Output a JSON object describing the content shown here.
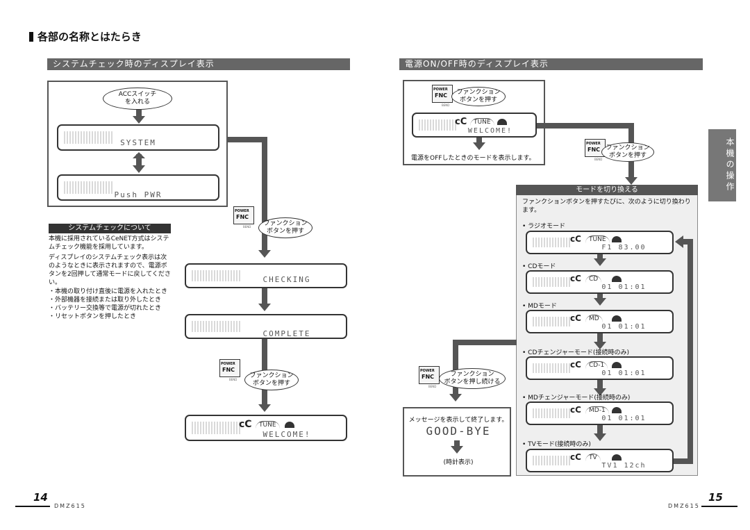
{
  "header": {
    "title": "各部の名称とはたらき"
  },
  "left": {
    "bar_title": "システムチェック時のディスプレイ表示",
    "acc_bubble": "ACCスイッチ\nを入れる",
    "lcd_system": "SYSTEM",
    "lcd_push": "Push PWR",
    "fnc_label_1": "ファンクション\nボタンを押す",
    "lcd_checking": "CHECKING",
    "lcd_complete": "COMPLETE",
    "fnc_label_2": "ファンクション\nボタンを押す",
    "lcd_welcome_tune": "TUNE",
    "lcd_welcome": "WELCOME!",
    "note_title": "システムチェックについて",
    "note_body_1": "本機に採用されているCeNET方式はシステムチェック機能を採用しています。",
    "note_body_2": "ディスプレイのシステムチェック表示は次のようなときに表示されますので、電源ボタンを2回押して通常モードに戻してください。",
    "note_items": [
      "・本機の取り付け直後に電源を入れたとき",
      "・外部機器を接続または取り外したとき",
      "・バッテリー交換等で電源が切れたとき",
      "・リセットボタンを押したとき"
    ]
  },
  "right": {
    "bar_title": "電源ON/OFF時のディスプレイ表示",
    "fnc_label_top": "ファンクション\nボタンを押す",
    "lcd_top_tune": "TUNE",
    "lcd_top": "WELCOME!",
    "off_note": "電源をOFFしたときのモードを表示します。",
    "fnc_label_right": "ファンクション\nボタンを押す",
    "mode_title": "モードを切り換える",
    "mode_desc": "ファンクションボタンを押すたびに、次のように切り換わります。",
    "modes": [
      {
        "label": "• ラジオモード",
        "tag": "TUNE",
        "line": "F1  83.00"
      },
      {
        "label": "• CDモード",
        "tag": "CD",
        "line": "01  01:01"
      },
      {
        "label": "• MDモード",
        "tag": "MD",
        "line": "01  01:01"
      },
      {
        "label": "• CDチェンジャーモード(接続時のみ)",
        "tag": "CD-1",
        "line": "01  01:01"
      },
      {
        "label": "• MDチェンジャーモード(接続時のみ)",
        "tag": "MD-1",
        "line": "01  01:01"
      },
      {
        "label": "• TVモード(接続時のみ)",
        "tag": "TV",
        "line": "TV1  12ch"
      }
    ],
    "fnc_label_hold": "ファンクション\nボタンを押し続ける",
    "bye_note": "メッセージを表示して終了します。",
    "bye_text": "GOOD-BYE",
    "clock_text": "(時計表示)"
  },
  "sidetab": "本機の操作",
  "fnc_button": {
    "power": "POWER",
    "fnc": "FNC",
    "bend": "BEND"
  },
  "footer": {
    "page_left": "14",
    "model_left": "DMZ615",
    "page_right": "15",
    "model_right": "DMZ615"
  }
}
